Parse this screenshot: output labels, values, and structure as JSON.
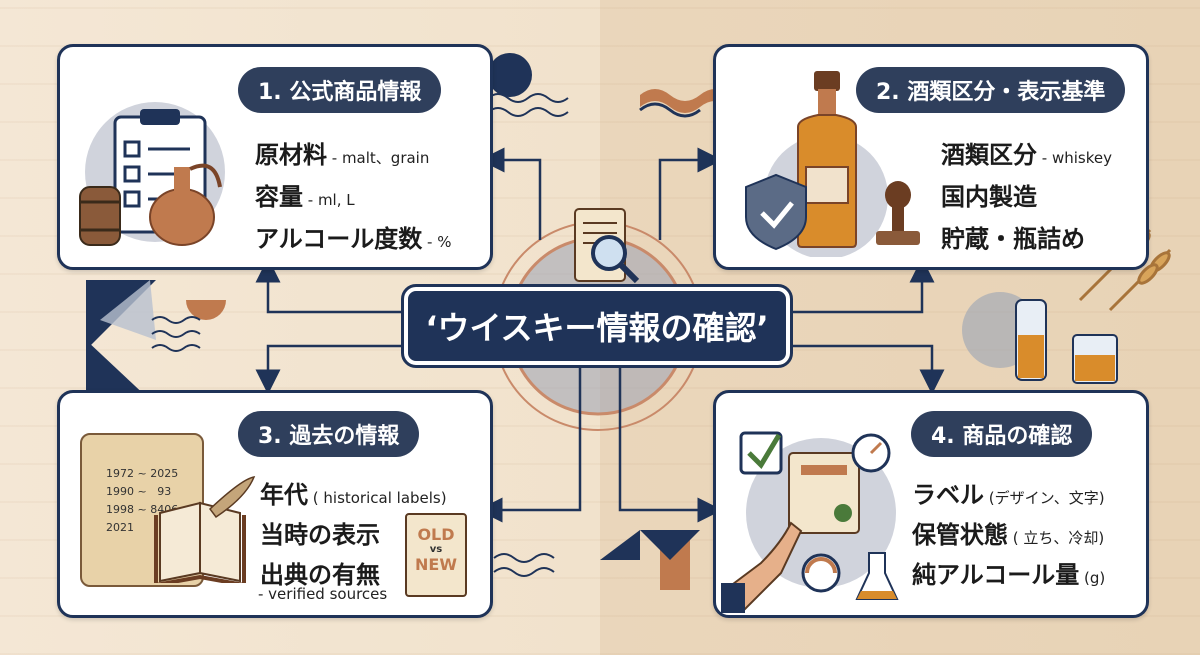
{
  "center": {
    "title": "‘ウイスキー情報の確認’"
  },
  "cards": [
    {
      "header": "1. 公式商品情報",
      "lines": [
        {
          "main": "原材料",
          "sub": " - malt、grain"
        },
        {
          "main": "容量",
          "sub": " - ml, L"
        },
        {
          "main": "アルコール度数",
          "sub": " - %"
        }
      ]
    },
    {
      "header": "2. 酒類区分・表示基準",
      "lines": [
        {
          "main": "酒類区分",
          "sub": " - whiskey"
        },
        {
          "main": "国内製造",
          "sub": ""
        },
        {
          "main": "貯蔵・瓶詰め",
          "sub": ""
        }
      ]
    },
    {
      "header": "3. 過去の情報",
      "lines": [
        {
          "main": "年代",
          "sub": " ( historical labels)"
        },
        {
          "main": "当時の表示",
          "sub": ""
        },
        {
          "main": "出典の有無",
          "sub": ""
        }
      ],
      "note": "- verified sources",
      "scroll_years": [
        "1972 ~ 2025",
        "1990 ~   93",
        "1998 ~ 8406",
        "2021"
      ],
      "badge": {
        "top": "OLD",
        "mid": "vs",
        "bottom": "NEW"
      }
    },
    {
      "header": "4. 商品の確認",
      "lines": [
        {
          "main": "ラベル",
          "sub": " (デザイン、文字)"
        },
        {
          "main": "保管状態",
          "sub": " ( 立ち、冷却)"
        },
        {
          "main": "純アルコール量",
          "sub": " (g)"
        }
      ]
    }
  ],
  "colors": {
    "navy": "#1f3358",
    "header": "#2f3f5c",
    "copper": "#c07a4e",
    "amber": "#d98c2b"
  },
  "icons": [
    "clipboard-icon",
    "barrel-icon",
    "still-icon",
    "shield-check-icon",
    "whisky-bottle-icon",
    "stamp-icon",
    "wheat-icon",
    "scroll-icon",
    "magnifier-icon",
    "book-icon",
    "quill-icon",
    "checkbox-icon",
    "document-icon",
    "hand-icon",
    "gauge-icon",
    "flask-icon",
    "glass-icon"
  ]
}
